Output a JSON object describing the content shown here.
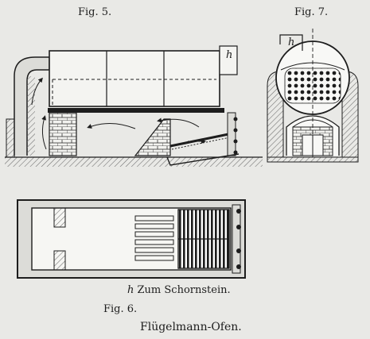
{
  "figures": {
    "fig5": {
      "label": "Fig. 5.",
      "marker": "h"
    },
    "fig7": {
      "label": "Fig. 7.",
      "marker": "h"
    },
    "fig6": {
      "label": "Fig. 6."
    }
  },
  "legend": {
    "symbol": "h",
    "text": "Zum Schornstein."
  },
  "caption": "Flügelmann-Ofen.",
  "colors": {
    "paper": "#e9e9e6",
    "ink": "#1d1d1d",
    "hatch": "#6b6b6b"
  }
}
